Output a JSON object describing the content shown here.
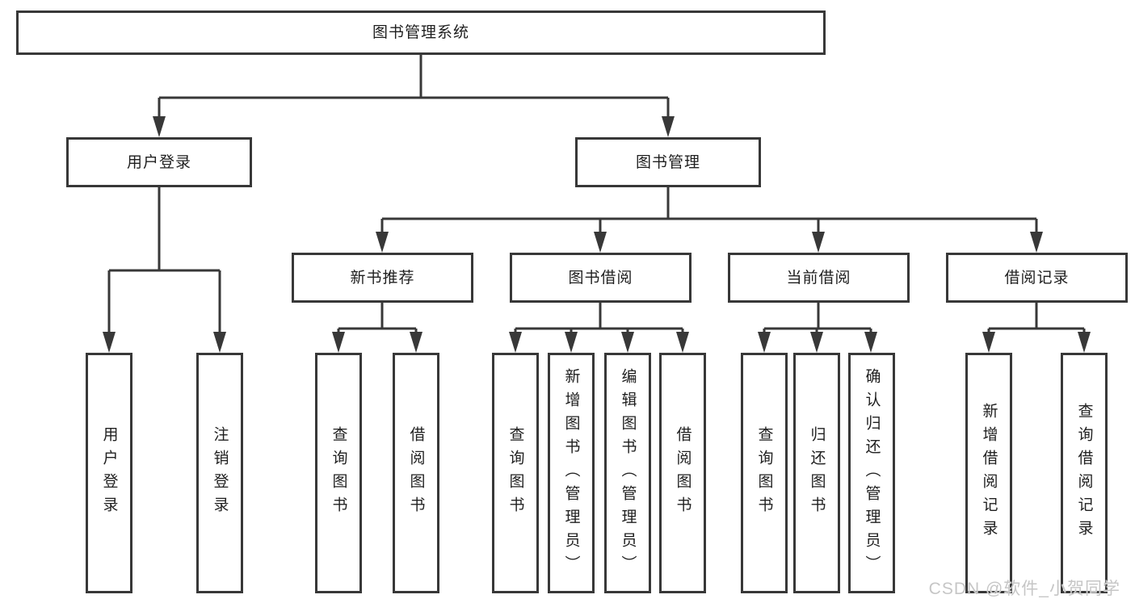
{
  "tree": {
    "label": "图书管理系统",
    "children": [
      {
        "label": "用户登录",
        "children": [
          {
            "label": "用户登录"
          },
          {
            "label": "注销登录"
          }
        ]
      },
      {
        "label": "图书管理",
        "children": [
          {
            "label": "新书推荐",
            "children": [
              {
                "label": "查询图书"
              },
              {
                "label": "借阅图书"
              }
            ]
          },
          {
            "label": "图书借阅",
            "children": [
              {
                "label": "查询图书"
              },
              {
                "label": "新增图书（管理员）"
              },
              {
                "label": "编辑图书（管理员）"
              },
              {
                "label": "借阅图书"
              }
            ]
          },
          {
            "label": "当前借阅",
            "children": [
              {
                "label": "查询图书"
              },
              {
                "label": "归还图书"
              },
              {
                "label": "确认归还（管理员）"
              }
            ]
          },
          {
            "label": "借阅记录",
            "children": [
              {
                "label": "新增借阅记录"
              },
              {
                "label": "查询借阅记录"
              }
            ]
          }
        ]
      }
    ]
  },
  "watermark": {
    "text": "CSDN @软件_小贺同学"
  },
  "colors": {
    "line": "#383838",
    "text": "#1f1f1f",
    "box_fill": "#ffffff",
    "watermark": "#c6c6c6",
    "background": "#ffffff"
  }
}
